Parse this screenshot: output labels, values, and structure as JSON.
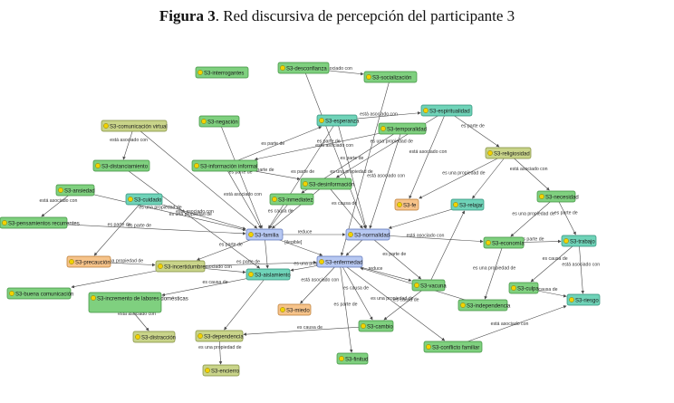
{
  "figure": {
    "label": "Figura 3",
    "caption": ". Red discursiva de percepción del participante 3"
  },
  "palette": {
    "green": "#7fd07f",
    "green_border": "#3c8f3c",
    "teal": "#6fd3b8",
    "teal_border": "#2f8f78",
    "olive": "#c9d48a",
    "olive_border": "#7e8a3a",
    "blue": "#b7c8f2",
    "blue_border": "#5a72b8",
    "orange": "#f6c38a",
    "orange_border": "#b97a32",
    "edge": "#4a4a4a",
    "icon": "#f2d200"
  },
  "nodes": [
    {
      "id": "interrogantes",
      "label": "S3-interrogantes",
      "color": "green"
    },
    {
      "id": "desconfianza",
      "label": "S3-desconfianza",
      "color": "green"
    },
    {
      "id": "socializacion",
      "label": "S3-socialización",
      "color": "green"
    },
    {
      "id": "negacion",
      "label": "S3-negación",
      "color": "green"
    },
    {
      "id": "comunicacion_virtual",
      "label": "S3-comunicación virtual",
      "color": "olive"
    },
    {
      "id": "esperanza",
      "label": "S3-esperanza",
      "color": "teal"
    },
    {
      "id": "espiritualidad",
      "label": "S3-espiritualidad",
      "color": "teal"
    },
    {
      "id": "temporalidad",
      "label": "S3-temporalidad",
      "color": "green"
    },
    {
      "id": "distanciamiento",
      "label": "S3-distanciamiento",
      "color": "green"
    },
    {
      "id": "informacion_informal",
      "label": "S3-información informal",
      "color": "green"
    },
    {
      "id": "religiosidad",
      "label": "S3-religiosidad",
      "color": "olive"
    },
    {
      "id": "ansiedad",
      "label": "S3-ansiedad",
      "color": "green"
    },
    {
      "id": "cuidado",
      "label": "S3-cuidado",
      "color": "teal"
    },
    {
      "id": "inmediatez",
      "label": "S3-inmediatez",
      "color": "green"
    },
    {
      "id": "desinformacion",
      "label": "S3-desinformación",
      "color": "green"
    },
    {
      "id": "fe",
      "label": "S3-fe",
      "color": "orange"
    },
    {
      "id": "relajar",
      "label": "S3-relajar",
      "color": "teal"
    },
    {
      "id": "necesidad",
      "label": "S3-necesidad",
      "color": "green"
    },
    {
      "id": "pensamientos_recurrentes",
      "label": "S3-pensamientos recurrentes",
      "color": "green"
    },
    {
      "id": "familia",
      "label": "S3-familia",
      "color": "blue"
    },
    {
      "id": "normalidad",
      "label": "S3-normalidad",
      "color": "blue"
    },
    {
      "id": "economia",
      "label": "S3-economía",
      "color": "green"
    },
    {
      "id": "trabajo",
      "label": "S3-trabajo",
      "color": "teal"
    },
    {
      "id": "precaucion",
      "label": "S3-precaución",
      "color": "orange"
    },
    {
      "id": "incertidumbre",
      "label": "S3-incertidumbre",
      "color": "olive"
    },
    {
      "id": "enfermedad",
      "label": "S3-enfermedad",
      "color": "blue"
    },
    {
      "id": "aislamiento",
      "label": "S3-aislamiento",
      "color": "teal"
    },
    {
      "id": "vacuna",
      "label": "S3-vacuna",
      "color": "green"
    },
    {
      "id": "culpa",
      "label": "S3-culpa",
      "color": "green"
    },
    {
      "id": "riesgo",
      "label": "S3-riesgo",
      "color": "teal"
    },
    {
      "id": "buena_comunicacion",
      "label": "S3-buena comunicación",
      "color": "green"
    },
    {
      "id": "labores",
      "label": "S3-incremento de labores domésticas",
      "color": "green"
    },
    {
      "id": "miedo",
      "label": "S3-miedo",
      "color": "orange"
    },
    {
      "id": "independencia",
      "label": "S3-independencia",
      "color": "green"
    },
    {
      "id": "distraccion",
      "label": "S3-distracción",
      "color": "olive"
    },
    {
      "id": "dependencia",
      "label": "S3-dependencia",
      "color": "olive"
    },
    {
      "id": "cambio",
      "label": "S3-cambio",
      "color": "green"
    },
    {
      "id": "finitud",
      "label": "S3-finitud",
      "color": "green"
    },
    {
      "id": "conflicto_familiar",
      "label": "S3-conflicto familiar",
      "color": "green"
    },
    {
      "id": "encierro",
      "label": "S3-encierro",
      "color": "olive"
    }
  ],
  "edges": [
    {
      "from": "desconfianza",
      "to": "socializacion",
      "label": "está asociado con"
    },
    {
      "from": "desconfianza",
      "to": "normalidad",
      "label": "está asociado con"
    },
    {
      "from": "socializacion",
      "to": "enfermedad",
      "label": ""
    },
    {
      "from": "negacion",
      "to": "familia",
      "label": "es parte de"
    },
    {
      "from": "comunicacion_virtual",
      "to": "distanciamiento",
      "label": "está asociado con"
    },
    {
      "from": "comunicacion_virtual",
      "to": "familia",
      "label": ""
    },
    {
      "from": "esperanza",
      "to": "espiritualidad",
      "label": "está asociado con"
    },
    {
      "from": "esperanza",
      "to": "familia",
      "label": "es parte de"
    },
    {
      "from": "esperanza",
      "to": "normalidad",
      "label": "es una propiedad de"
    },
    {
      "from": "espiritualidad",
      "to": "religiosidad",
      "label": "es parte de"
    },
    {
      "from": "espiritualidad",
      "to": "fe",
      "label": "está asociado con"
    },
    {
      "from": "espiritualidad",
      "to": "desinformacion",
      "label": "es una propiedad de"
    },
    {
      "from": "temporalidad",
      "to": "informacion_informal",
      "label": "es parte de"
    },
    {
      "from": "temporalidad",
      "to": "normalidad",
      "label": "está asociado con"
    },
    {
      "from": "temporalidad",
      "to": "inmediatez",
      "label": "es parte de"
    },
    {
      "from": "distanciamiento",
      "to": "aislamiento",
      "label": "es una propiedad de"
    },
    {
      "from": "informacion_informal",
      "to": "esperanza",
      "label": "es parte de"
    },
    {
      "from": "informacion_informal",
      "to": "desinformacion",
      "label": "es parte de"
    },
    {
      "from": "informacion_informal",
      "to": "familia",
      "label": "está asociado con"
    },
    {
      "from": "religiosidad",
      "to": "fe",
      "label": "es una propiedad de"
    },
    {
      "from": "religiosidad",
      "to": "necesidad",
      "label": "está asociado con"
    },
    {
      "from": "religiosidad",
      "to": "relajar",
      "label": ""
    },
    {
      "from": "ansiedad",
      "to": "pensamientos_recurrentes",
      "label": "está asociado con"
    },
    {
      "from": "ansiedad",
      "to": "familia",
      "label": "es una propiedad de"
    },
    {
      "from": "cuidado",
      "to": "familia",
      "label": "está asociado con"
    },
    {
      "from": "cuidado",
      "to": "precaucion",
      "label": "es parte de"
    },
    {
      "from": "inmediatez",
      "to": "familia",
      "label": "es causa de"
    },
    {
      "from": "desinformacion",
      "to": "normalidad",
      "label": "es causa de"
    },
    {
      "from": "desinformacion",
      "to": "familia",
      "label": "reduce"
    },
    {
      "from": "relajar",
      "to": "normalidad",
      "label": ""
    },
    {
      "from": "necesidad",
      "to": "economia",
      "label": "es una propiedad de"
    },
    {
      "from": "necesidad",
      "to": "trabajo",
      "label": "es parte de"
    },
    {
      "from": "pensamientos_recurrentes",
      "to": "familia",
      "label": "es parte de"
    },
    {
      "from": "familia",
      "to": "normalidad",
      "label": "reduce"
    },
    {
      "from": "familia",
      "to": "enfermedad",
      "label": "[ilegible]"
    },
    {
      "from": "familia",
      "to": "incertidumbre",
      "label": "es parte de"
    },
    {
      "from": "familia",
      "to": "aislamiento",
      "label": ""
    },
    {
      "from": "normalidad",
      "to": "economia",
      "label": "está asociado con"
    },
    {
      "from": "normalidad",
      "to": "vacuna",
      "label": "es parte de"
    },
    {
      "from": "normalidad",
      "to": "enfermedad",
      "label": ""
    },
    {
      "from": "economia",
      "to": "trabajo",
      "label": "es parte de"
    },
    {
      "from": "economia",
      "to": "independencia",
      "label": "es una propiedad de"
    },
    {
      "from": "trabajo",
      "to": "culpa",
      "label": "es causa de"
    },
    {
      "from": "trabajo",
      "to": "riesgo",
      "label": "está asociado con"
    },
    {
      "from": "culpa",
      "to": "riesgo",
      "label": "es causa de"
    },
    {
      "from": "precaucion",
      "to": "incertidumbre",
      "label": "es una propiedad de"
    },
    {
      "from": "incertidumbre",
      "to": "aislamiento",
      "label": "está asociado con"
    },
    {
      "from": "incertidumbre",
      "to": "buena_comunicacion",
      "label": ""
    },
    {
      "from": "incertidumbre",
      "to": "enfermedad",
      "label": "es parte de"
    },
    {
      "from": "enfermedad",
      "to": "vacuna",
      "label": "reduce"
    },
    {
      "from": "enfermedad",
      "to": "miedo",
      "label": "está asociado con"
    },
    {
      "from": "enfermedad",
      "to": "cambio",
      "label": "es causa de"
    },
    {
      "from": "enfermedad",
      "to": "finitud",
      "label": "es parte de"
    },
    {
      "from": "enfermedad",
      "to": "conflicto_familiar",
      "label": "es una propiedad de"
    },
    {
      "from": "enfermedad",
      "to": "aislamiento",
      "label": "es una propiedad de"
    },
    {
      "from": "aislamiento",
      "to": "labores",
      "label": "es causa de"
    },
    {
      "from": "vacuna",
      "to": "cambio",
      "label": "es causa de"
    },
    {
      "from": "vacuna",
      "to": "relajar",
      "label": ""
    },
    {
      "from": "labores",
      "to": "distraccion",
      "label": "está asociado con"
    },
    {
      "from": "aislamiento",
      "to": "dependencia",
      "label": ""
    },
    {
      "from": "dependencia",
      "to": "encierro",
      "label": "es una propiedad de"
    },
    {
      "from": "cambio",
      "to": "dependencia",
      "label": "es causa de"
    },
    {
      "from": "conflicto_familiar",
      "to": "riesgo",
      "label": "está asociado con"
    },
    {
      "from": "independencia",
      "to": "enfermedad",
      "label": ""
    }
  ]
}
